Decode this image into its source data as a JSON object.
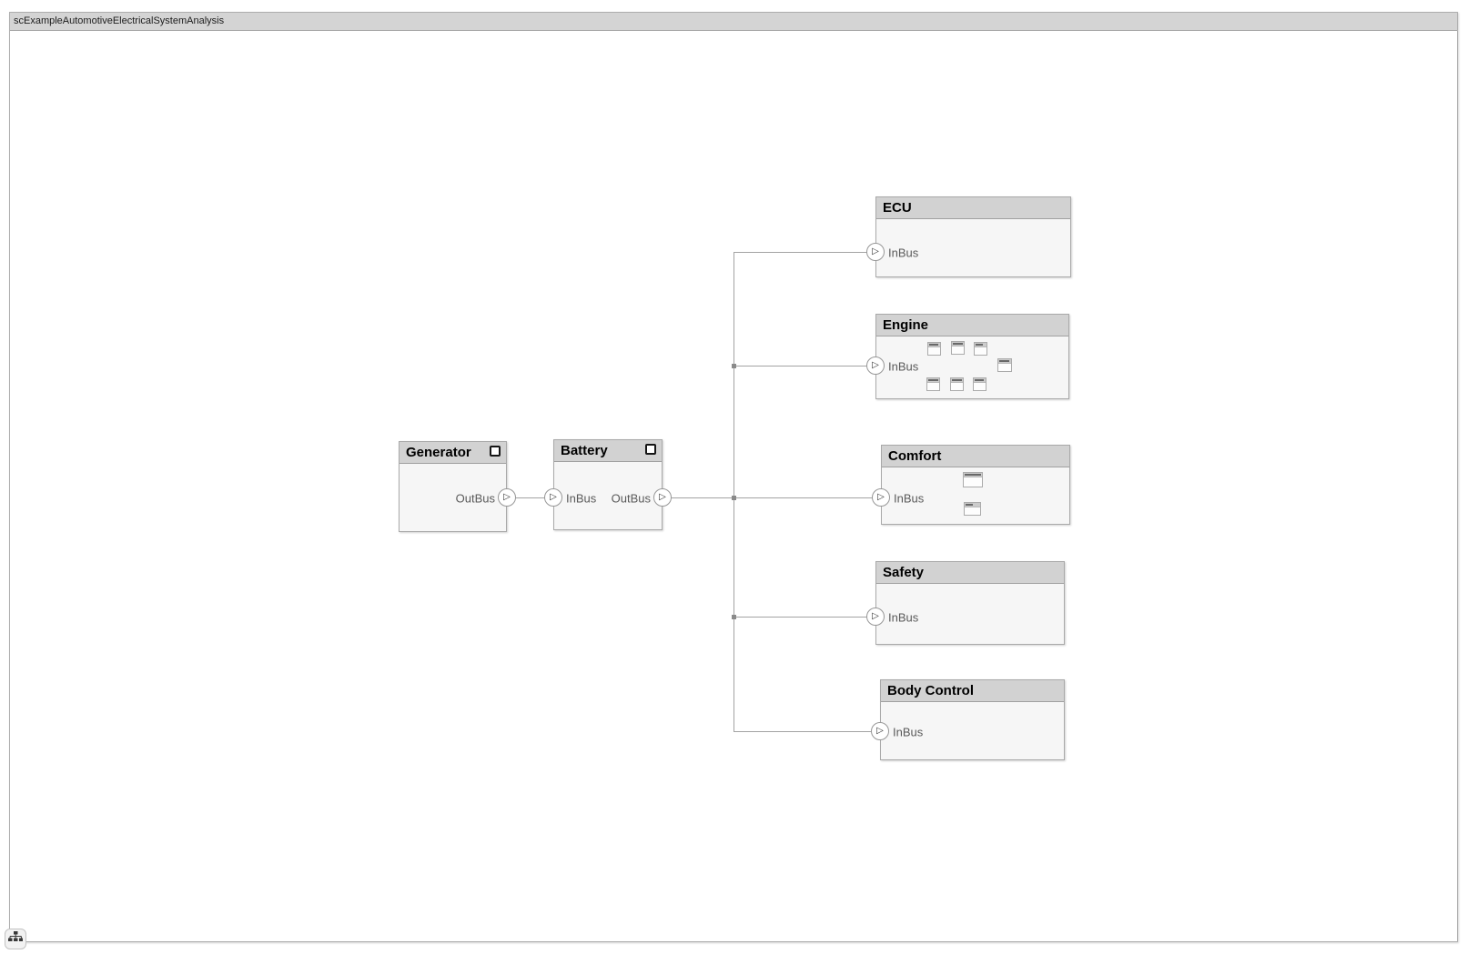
{
  "window": {
    "title": "scExampleAutomotiveElectricalSystemAnalysis"
  },
  "diagram": {
    "components": {
      "generator": {
        "name": "Generator",
        "out_port": "OutBus",
        "has_model_badge": true
      },
      "battery": {
        "name": "Battery",
        "in_port": "InBus",
        "out_port": "OutBus",
        "has_model_badge": true
      },
      "ecu": {
        "name": "ECU",
        "in_port": "InBus"
      },
      "engine": {
        "name": "Engine",
        "in_port": "InBus",
        "preview_blocks": 7,
        "preview_text_legible": false
      },
      "comfort": {
        "name": "Comfort",
        "in_port": "InBus",
        "preview_blocks": 2,
        "preview_text_legible": false
      },
      "safety": {
        "name": "Safety",
        "in_port": "InBus"
      },
      "body_control": {
        "name": "Body Control",
        "in_port": "InBus"
      }
    },
    "connections": [
      {
        "from": "Generator/OutBus",
        "to": "Battery/InBus"
      },
      {
        "from": "Battery/OutBus",
        "to": "ECU/InBus"
      },
      {
        "from": "Battery/OutBus",
        "to": "Engine/InBus"
      },
      {
        "from": "Battery/OutBus",
        "to": "Comfort/InBus"
      },
      {
        "from": "Battery/OutBus",
        "to": "Safety/InBus"
      },
      {
        "from": "Battery/OutBus",
        "to": "Body Control/InBus"
      }
    ],
    "port_glyph": "right-open-triangle",
    "colors": {
      "titlebar_fill": "#d4d4d4",
      "component_header_fill": "#d2d2d2",
      "component_body_fill": "#f6f6f6",
      "component_border": "#a9a9a9",
      "wire": "#a3a3a3",
      "port_label_text": "#5a5a5a",
      "title_text": "#000000"
    }
  },
  "controls": {
    "hierarchy_button_icon": "hierarchy-tree-icon"
  }
}
